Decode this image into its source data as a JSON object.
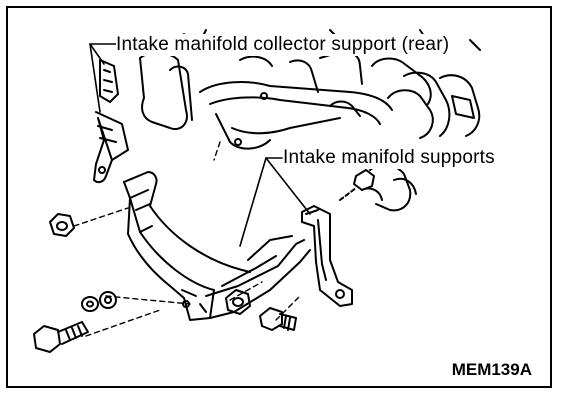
{
  "labels": {
    "collector_support_rear": "Intake manifold collector support (rear)",
    "manifold_supports": "Intake manifold supports"
  },
  "figure_code": "MEM139A"
}
